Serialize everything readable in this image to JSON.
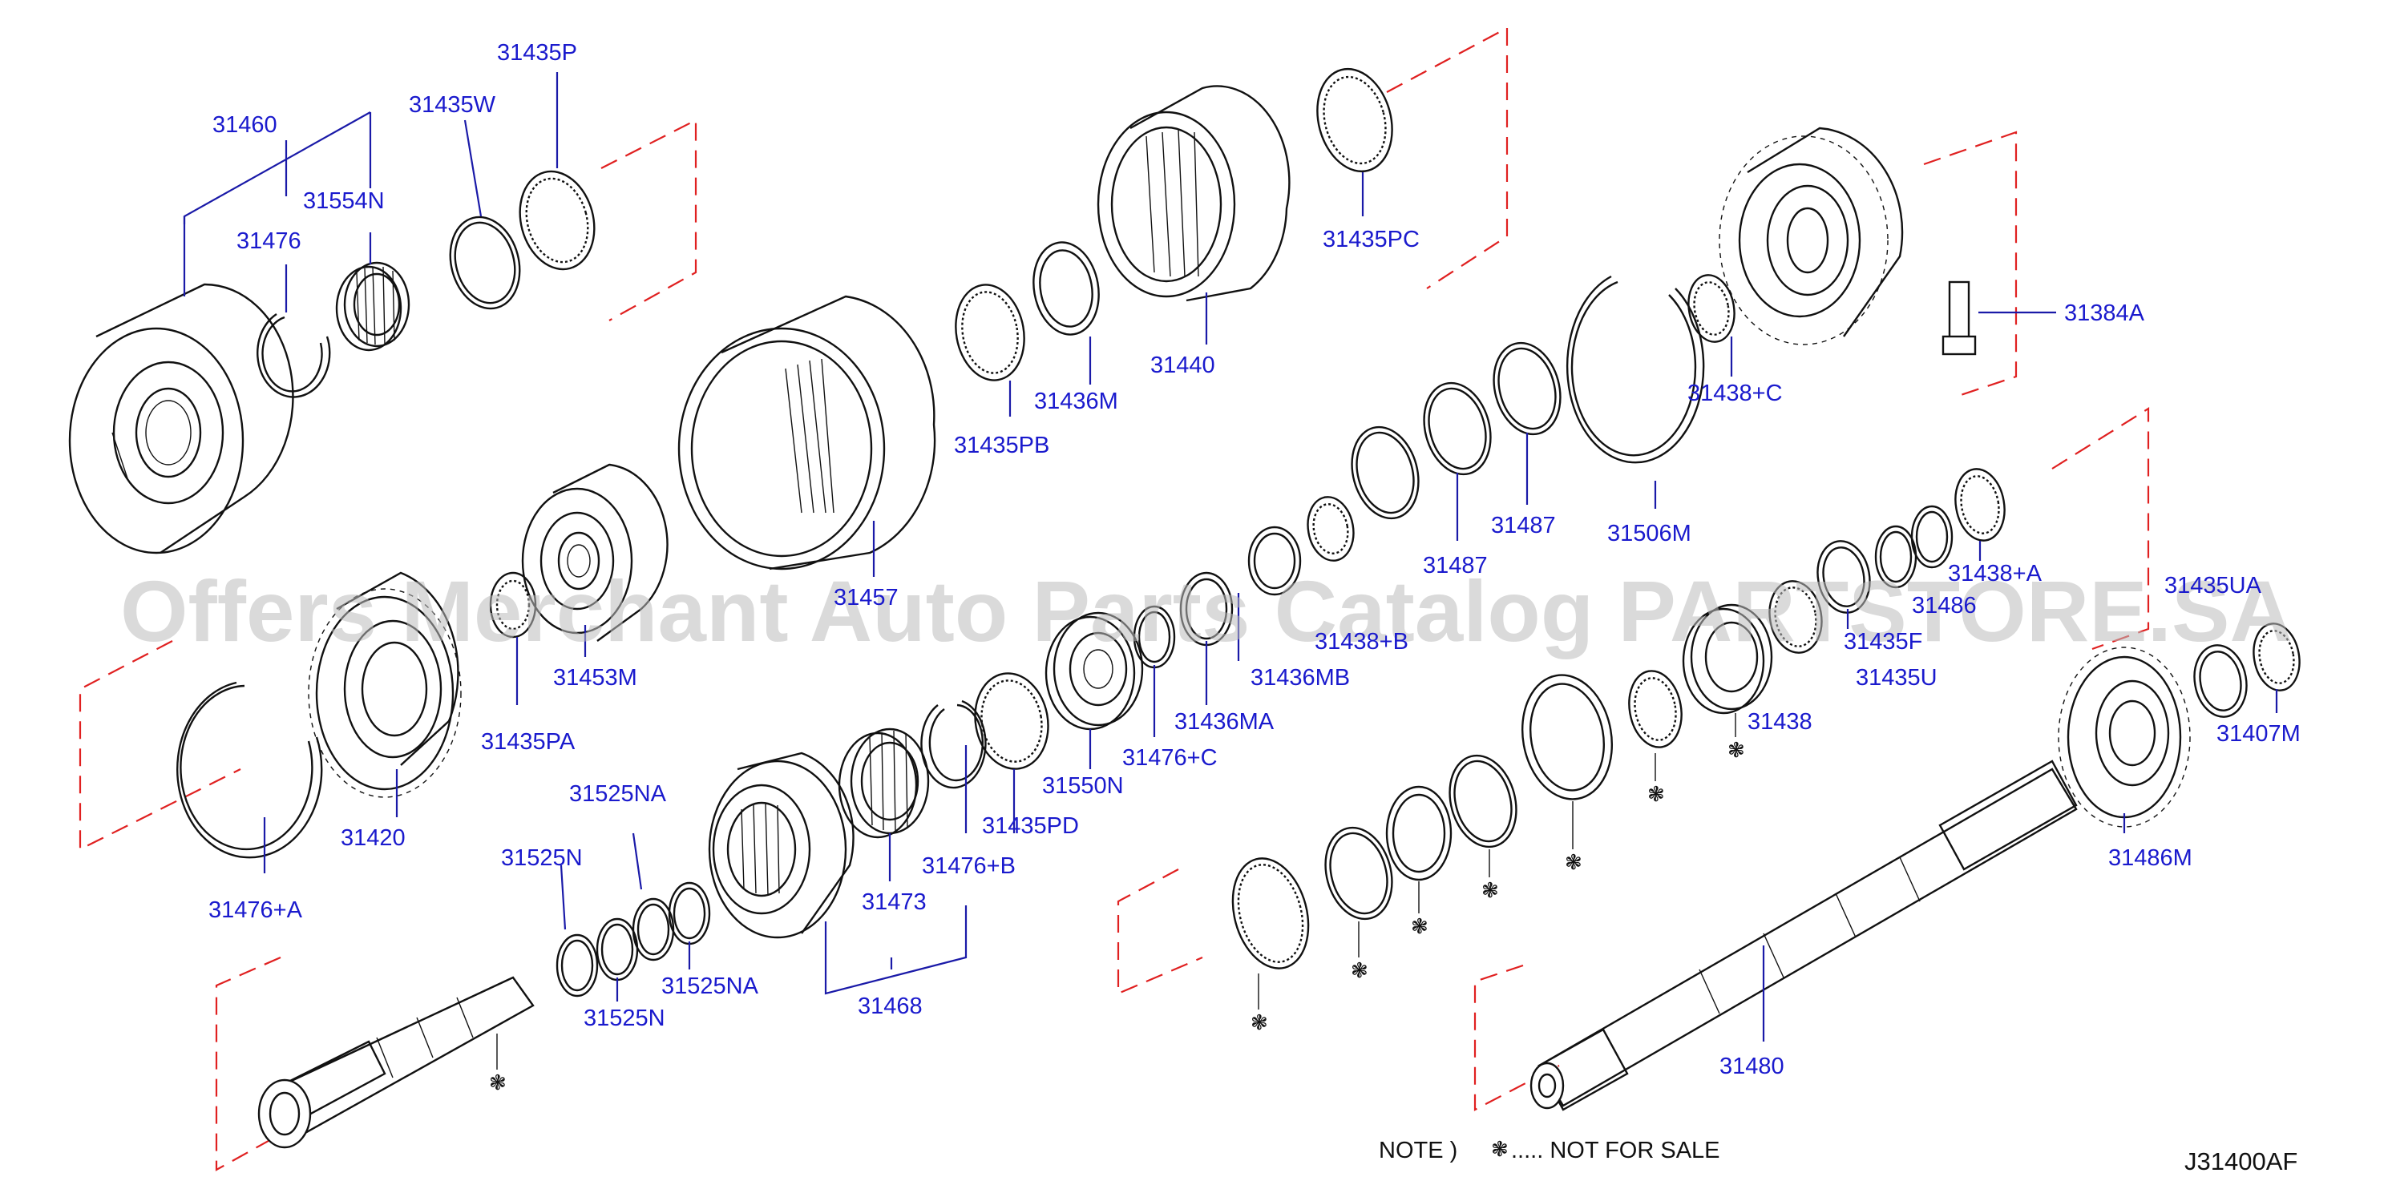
{
  "labels": {
    "p31460": "31460",
    "p31435P": "31435P",
    "p31435W": "31435W",
    "p31554N": "31554N",
    "p31476": "31476",
    "p31435PC": "31435PC",
    "p31436M": "31436M",
    "p31440": "31440",
    "p31435PB": "31435PB",
    "p31384A": "31384A",
    "p31438C": "31438+C",
    "p31487a": "31487",
    "p31487b": "31487",
    "p31506M": "31506M",
    "p31457": "31457",
    "p31453M": "31453M",
    "p31435PA": "31435PA",
    "p31420": "31420",
    "p31476A": "31476+A",
    "p31436MB": "31436MB",
    "p31436MA": "31436MA",
    "p31476C": "31476+C",
    "p31550N": "31550N",
    "p31435PD": "31435PD",
    "p31476B": "31476+B",
    "p31473": "31473",
    "p31468": "31468",
    "p31525NA_top": "31525NA",
    "p31525N_top": "31525N",
    "p31525N_bot": "31525N",
    "p31525NA_bot": "31525NA",
    "p31438B": "31438+B",
    "p31438A": "31438+A",
    "p31486": "31486",
    "p31435UA": "31435UA",
    "p31435F": "31435F",
    "p31435U": "31435U",
    "p31438": "31438",
    "p31407M": "31407M",
    "p31486M": "31486M",
    "p31480": "31480"
  },
  "watermark": "Offers Merchant Auto Parts Catalog PARTSTORE.SA",
  "note": {
    "prefix": "NOTE  )",
    "symbol": "❃",
    "text": "..... NOT   FOR   SALE"
  },
  "drawing_code": "J31400AF",
  "not_for_sale_symbol": "❃"
}
